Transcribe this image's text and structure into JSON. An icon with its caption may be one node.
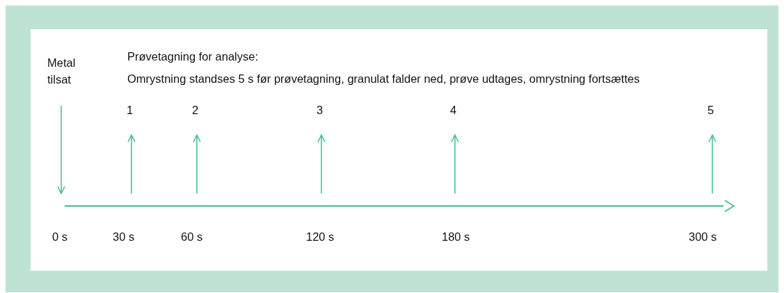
{
  "diagram": {
    "nodes": [
      {
        "text": [
          "Metal tilsat"
        ]
      },
      {
        "text": [
          "1"
        ]
      },
      {
        "text": [
          "2"
        ]
      },
      {
        "text": [
          "3"
        ]
      },
      {
        "text": [
          "4"
        ]
      },
      {
        "text": [
          "5"
        ]
      }
    ],
    "edges": [
      {
        "from": 0,
        "to": null,
        "arrow": "to"
      },
      {
        "from": null,
        "to": 1,
        "arrow": "to"
      },
      {
        "from": null,
        "to": 2,
        "arrow": "to"
      },
      {
        "from": null,
        "to": 3,
        "arrow": "to"
      },
      {
        "from": null,
        "to": 4,
        "arrow": "to"
      },
      {
        "from": null,
        "to": 5,
        "arrow": "to"
      }
    ],
    "labels": [
      "Prøvetagning for analyse:",
      "Omrystning standses 5 s før prøvetagning, granulat falder ned, prøve udtages, omrystning fortsættes",
      "0 s",
      "30 s",
      "60 s",
      "120 s",
      "180 s",
      "300 s"
    ]
  }
}
